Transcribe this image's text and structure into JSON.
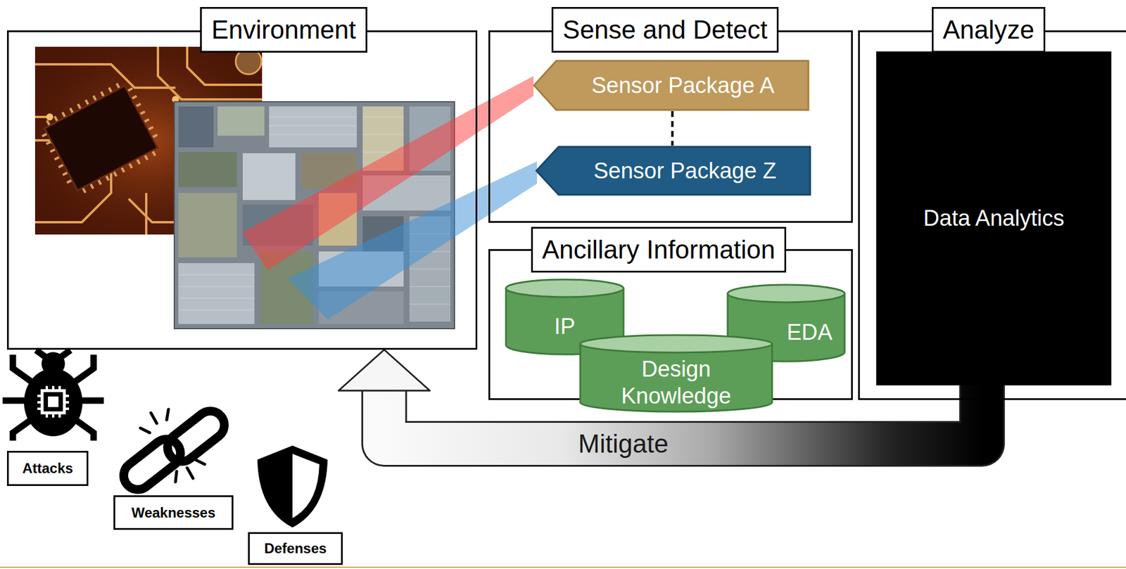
{
  "diagram": {
    "nodes": [
      {
        "text": [
          "Environment"
        ]
      },
      {
        "text": [
          "Sense and Detect"
        ]
      },
      {
        "text": [
          "Sensor Package A"
        ],
        "in": 1
      },
      {
        "text": [
          "Sensor Package Z"
        ],
        "in": 1
      },
      {
        "text": [
          "Ancillary Information"
        ]
      },
      {
        "text": [
          "IP"
        ],
        "in": 4
      },
      {
        "text": [
          "EDA"
        ],
        "in": 4
      },
      {
        "text": [
          "Design Knowledge"
        ],
        "in": 4
      },
      {
        "text": [
          "Analyze"
        ]
      },
      {
        "text": [
          "Data Analytics"
        ],
        "in": 8
      },
      {
        "text": [
          "Attacks"
        ]
      },
      {
        "text": [
          "Weaknesses"
        ]
      },
      {
        "text": [
          "Defenses"
        ]
      }
    ],
    "edges": [
      {
        "from": 2,
        "to": 3,
        "arrow": "none"
      },
      {
        "from": 9,
        "to": 0,
        "label": "Mitigate",
        "arrow": "to"
      }
    ]
  }
}
